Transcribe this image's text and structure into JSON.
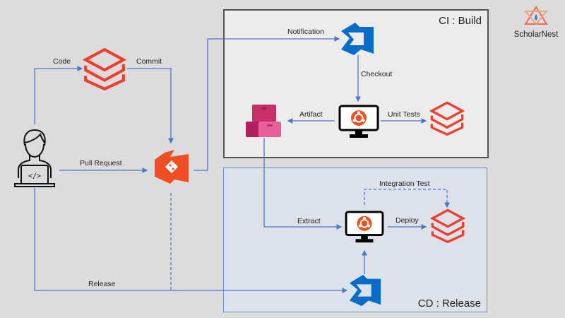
{
  "brand": {
    "name": "ScholarNest",
    "icon": "scholarnest-logo-icon"
  },
  "stages": {
    "ci": {
      "title": "CI : Build"
    },
    "cd": {
      "title": "CD : Release"
    }
  },
  "nodes": {
    "developer": {
      "icon": "developer-laptop-icon"
    },
    "repo": {
      "icon": "databricks-stack-icon"
    },
    "azure_repos": {
      "icon": "azure-repos-git-icon"
    },
    "azure_pipelines_ci": {
      "icon": "azure-pipelines-icon"
    },
    "build_agent": {
      "icon": "ubuntu-monitor-icon"
    },
    "artifact_store": {
      "icon": "artifact-boxes-icon"
    },
    "unit_test_target": {
      "icon": "databricks-stack-icon"
    },
    "release_agent": {
      "icon": "ubuntu-monitor-icon"
    },
    "deploy_target": {
      "icon": "databricks-stack-icon"
    },
    "azure_pipelines_cd": {
      "icon": "azure-pipelines-icon"
    }
  },
  "edges": {
    "code": "Code",
    "commit": "Commit",
    "pull_request": "Pull Request",
    "notification": "Notification",
    "checkout": "Checkout",
    "artifact": "Artifact",
    "unit_tests": "Unit Tests",
    "extract": "Extract",
    "deploy": "Deploy",
    "integration_test": "Integration Test",
    "release": "Release"
  },
  "colors": {
    "background": "#dcdcdc",
    "ci_box": "#ececec",
    "cd_box": "#dde2ea",
    "wire": "#4a78c8",
    "databricks_red": "#ef3e2e",
    "azure_blue": "#0a6cc9",
    "ubuntu_orange": "#e95420",
    "artifact_pink": "#d8367a"
  }
}
